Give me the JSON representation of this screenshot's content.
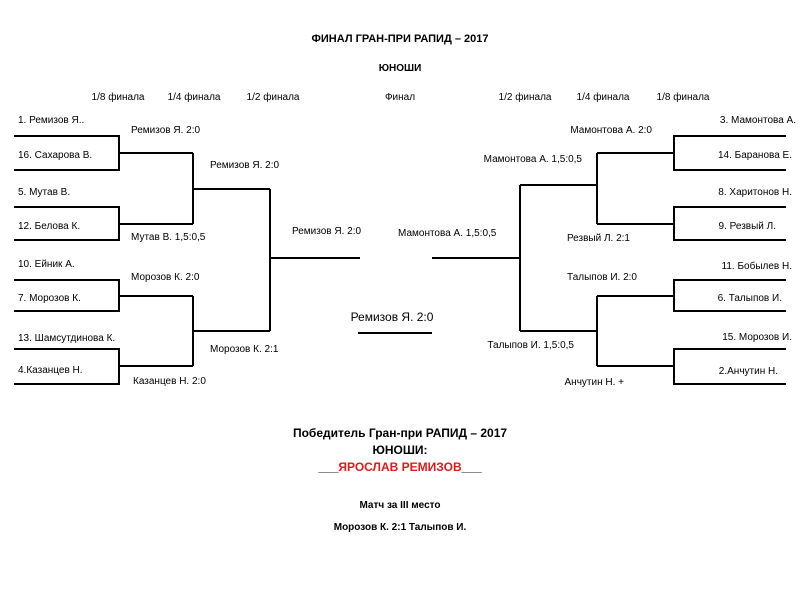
{
  "title": "ФИНАЛ ГРАН-ПРИ РАПИД  – 2017",
  "subtitle": "ЮНОШИ",
  "rounds": {
    "left": [
      "1/8 финала",
      "1/4 финала",
      "1/2 финала"
    ],
    "final": "Финал",
    "right": [
      "1/2 финала",
      "1/4 финала",
      "1/8 финала"
    ]
  },
  "left": {
    "r16": [
      "1. Ремизов Я..",
      "16. Сахарова В.",
      "5. Мутав В.",
      "12. Белова  К.",
      "10. Ейник А.",
      "7. Морозов  К.",
      "13. Шамсутдинова  К.",
      "4.Казанцев Н."
    ],
    "qf": [
      "Ремизов Я. 2:0",
      "Мутав В. 1,5:0,5",
      "Морозов  К. 2:0",
      "Казанцев Н. 2:0"
    ],
    "sf": [
      "Ремизов Я.  2:0",
      "Морозов  К. 2:1"
    ],
    "final": "Ремизов Я. 2:0"
  },
  "right": {
    "r16": [
      "3. Мамонтова  А.",
      "14. Баранова  Е.",
      "8. Харитонов  Н.",
      "9. Резвый  Л.",
      "11. Бобылев  Н.",
      "6. Талыпов  И.",
      "15. Морозов  И.",
      "2.Анчутин  Н."
    ],
    "qf": [
      "Мамонтова  А. 2:0",
      "Резвый Л. 2:1",
      "Талыпов И. 2:0",
      "Анчутин Н. +"
    ],
    "sf": [
      "Мамонтова  А. 1,5:0,5",
      "Талыпов И. 1,5:0,5"
    ],
    "final": "Мамонтова  А. 1,5:0,5"
  },
  "final_result": "Ремизов Я. 2:0",
  "winner": {
    "heading": "Победитель Гран-при  РАПИД – 2017",
    "category": "ЮНОШИ:",
    "name_prefix": "___",
    "name": "ЯРОСЛАВ РЕМИЗОВ",
    "name_suffix": "___"
  },
  "third_place": {
    "heading": "Матч за III место",
    "result": "Морозов  К.   2:1  Талыпов И."
  },
  "colors": {
    "lines": "#000000",
    "champion": "#e11a1a"
  }
}
